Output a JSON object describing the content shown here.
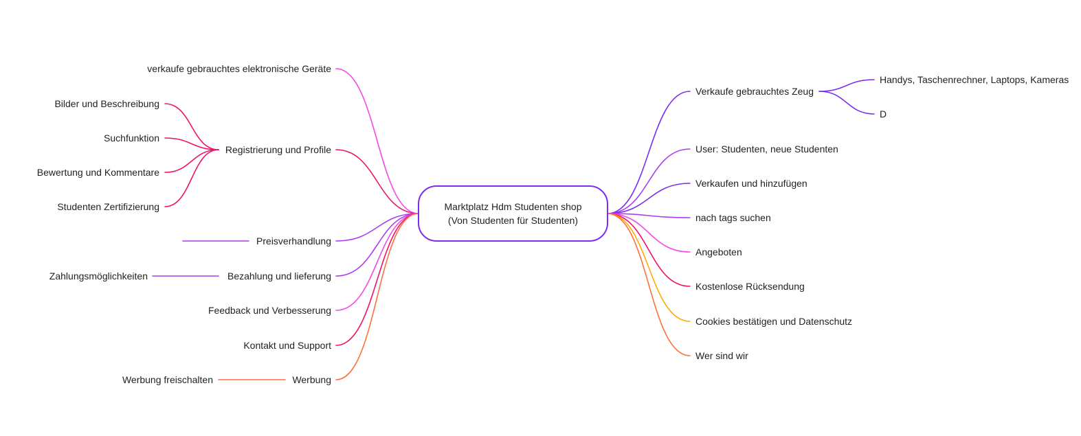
{
  "colors": {
    "purple": "#7b2cf0",
    "violet": "#a93cf0",
    "magenta": "#f447e8",
    "crimson": "#f0106a",
    "orange": "#ff6f3c",
    "amber": "#ffaa00",
    "node_border": "#7b2cf0"
  },
  "center": {
    "line1": "Marktplatz Hdm Studenten shop",
    "line2": "(Von Studenten für Studenten)"
  },
  "left_branches": [
    {
      "label": "verkaufe gebrauchtes elektronische Geräte",
      "color": "magenta",
      "children": []
    },
    {
      "label": "Registrierung und Profile",
      "color": "crimson",
      "children": [
        "Bilder und Beschreibung",
        "Suchfunktion",
        "Bewertung und Kommentare",
        "Studenten Zertifizierung"
      ]
    },
    {
      "label": "Preisverhandlung",
      "color": "violet",
      "children": [
        ""
      ]
    },
    {
      "label": "Bezahlung und lieferung",
      "color": "violet",
      "children": [
        "Zahlungsmöglichkeiten"
      ]
    },
    {
      "label": "Feedback und Verbesserung",
      "color": "magenta",
      "children": []
    },
    {
      "label": "Kontakt und Support",
      "color": "crimson",
      "children": []
    },
    {
      "label": "Werbung",
      "color": "orange",
      "children": [
        "Werbung freischalten"
      ]
    }
  ],
  "right_branches": [
    {
      "label": "Verkaufe gebrauchtes Zeug",
      "color": "purple",
      "children": [
        "Handys, Taschenrechner, Laptops, Kameras",
        "D"
      ]
    },
    {
      "label": "User: Studenten, neue Studenten",
      "color": "violet",
      "children": []
    },
    {
      "label": "Verkaufen und hinzufügen",
      "color": "purple",
      "children": []
    },
    {
      "label": "nach tags suchen",
      "color": "violet",
      "children": []
    },
    {
      "label": "Angeboten",
      "color": "magenta",
      "children": []
    },
    {
      "label": "Kostenlose Rücksendung",
      "color": "crimson",
      "children": []
    },
    {
      "label": "Cookies bestätigen und Datenschutz",
      "color": "amber",
      "children": []
    },
    {
      "label": "Wer sind wir",
      "color": "orange",
      "children": []
    }
  ]
}
